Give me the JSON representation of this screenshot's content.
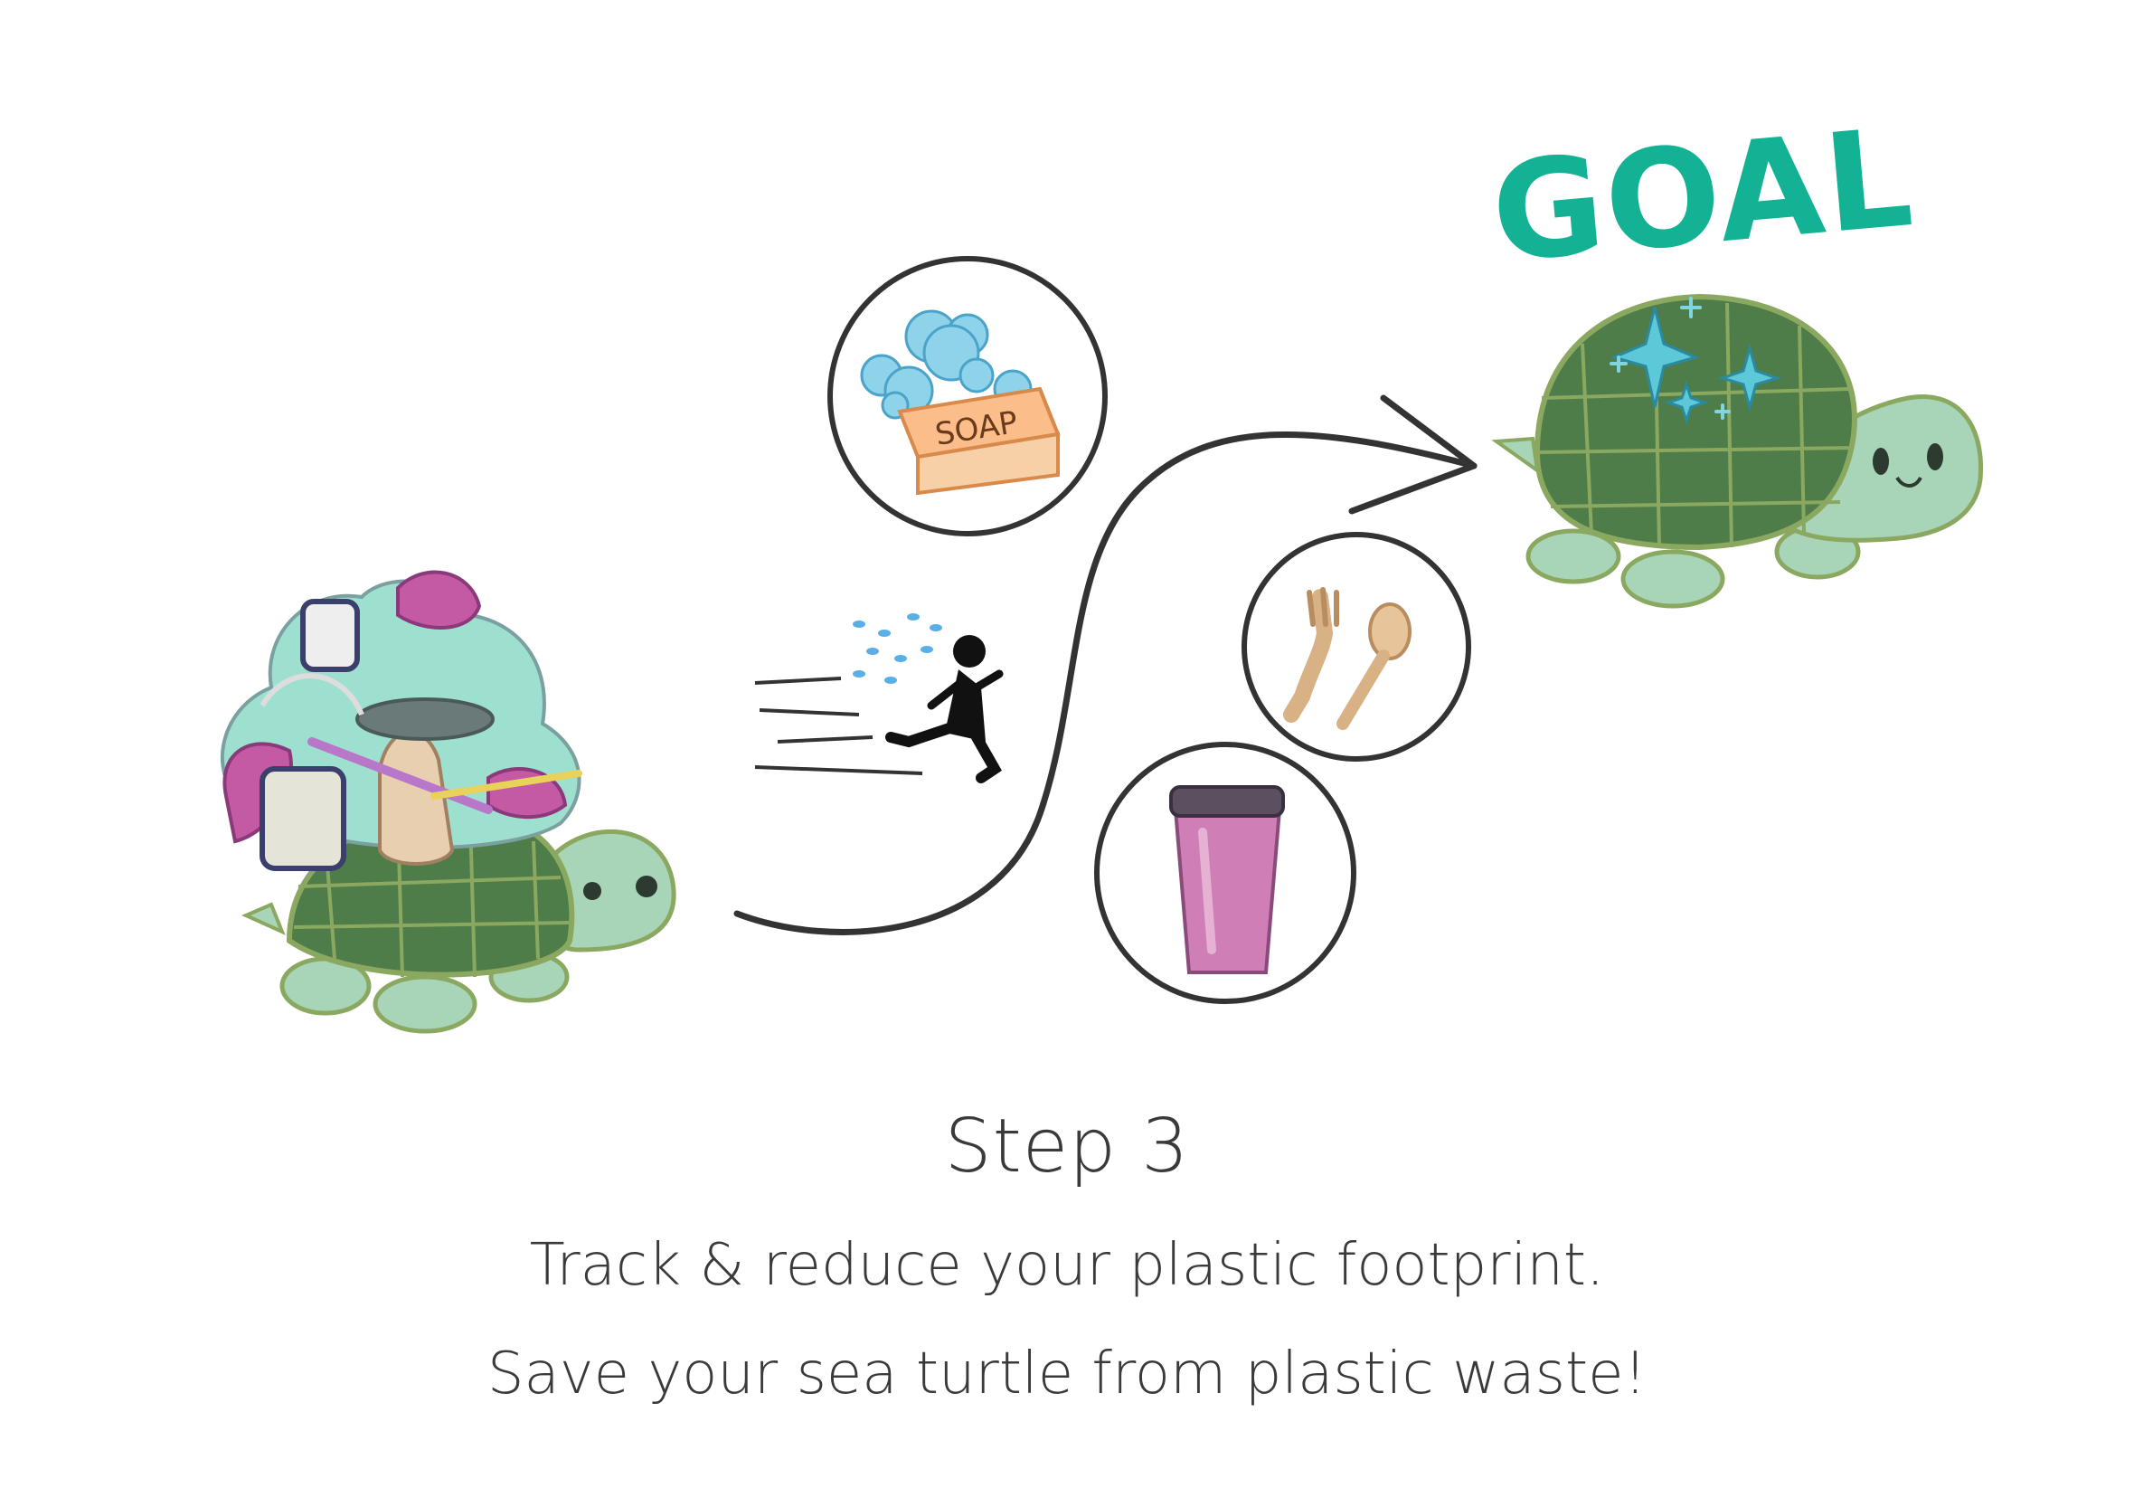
{
  "goal_label": "GOAL",
  "soap_label": "SOAP",
  "step": {
    "title": "Step 3",
    "line1": "Track & reduce your plastic footprint.",
    "line2": "Save your sea turtle from plastic waste!"
  },
  "icons": {
    "start": "turtle-carrying-plastic-waste",
    "goal": "clean-sparkling-turtle",
    "runner": "running-person-icon",
    "soap": "soap-bar-icon",
    "utensils": "wooden-utensils-icon",
    "cup": "reusable-cup-icon",
    "arrow": "curved-arrow-icon"
  },
  "colors": {
    "goal_text": "#14b294",
    "turtle_skin": "#a8d5b8",
    "turtle_shell": "#4e7d4a",
    "shell_lines": "#8aa85f",
    "line_dark": "#333333",
    "caption_text": "#3a3a3a"
  }
}
